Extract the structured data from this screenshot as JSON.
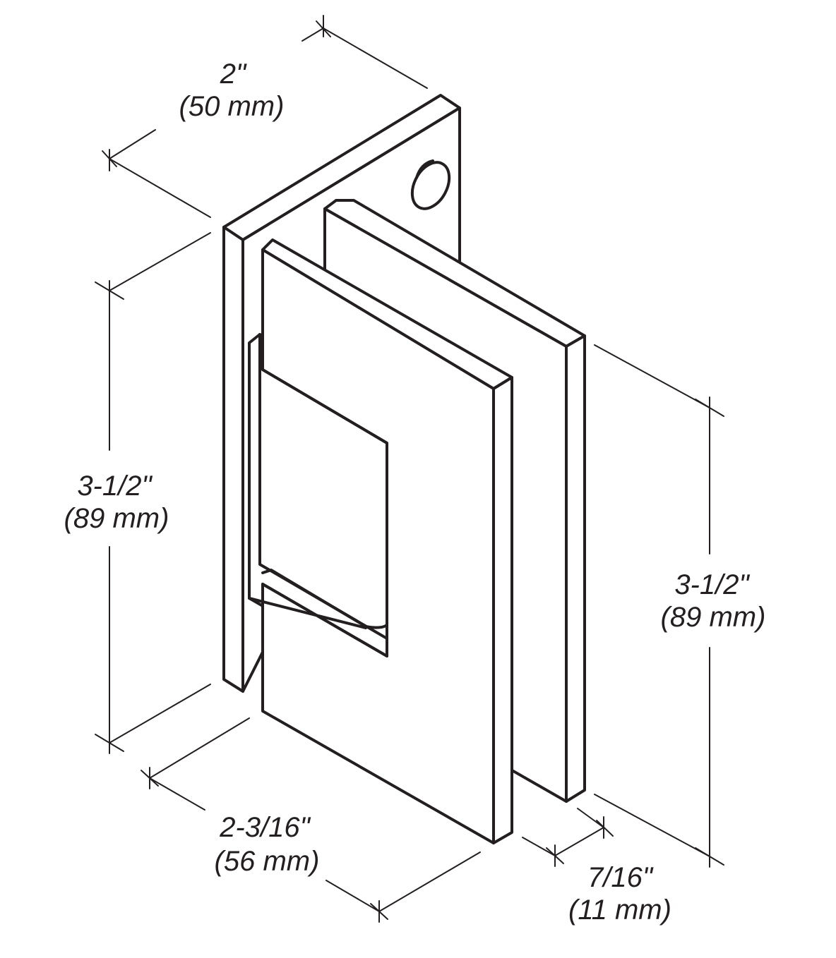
{
  "dimensions": {
    "plate_width": {
      "imperial": "2\"",
      "metric": "(50 mm)"
    },
    "plate_height": {
      "imperial": "3-1/2\"",
      "metric": "(89 mm)"
    },
    "body_height": {
      "imperial": "3-1/2\"",
      "metric": "(89 mm)"
    },
    "body_length": {
      "imperial": "2-3/16\"",
      "metric": "(56 mm)"
    },
    "glass_gap": {
      "imperial": "7/16\"",
      "metric": "(11 mm)"
    }
  },
  "colors": {
    "stroke": "#231f20",
    "background": "#ffffff"
  }
}
